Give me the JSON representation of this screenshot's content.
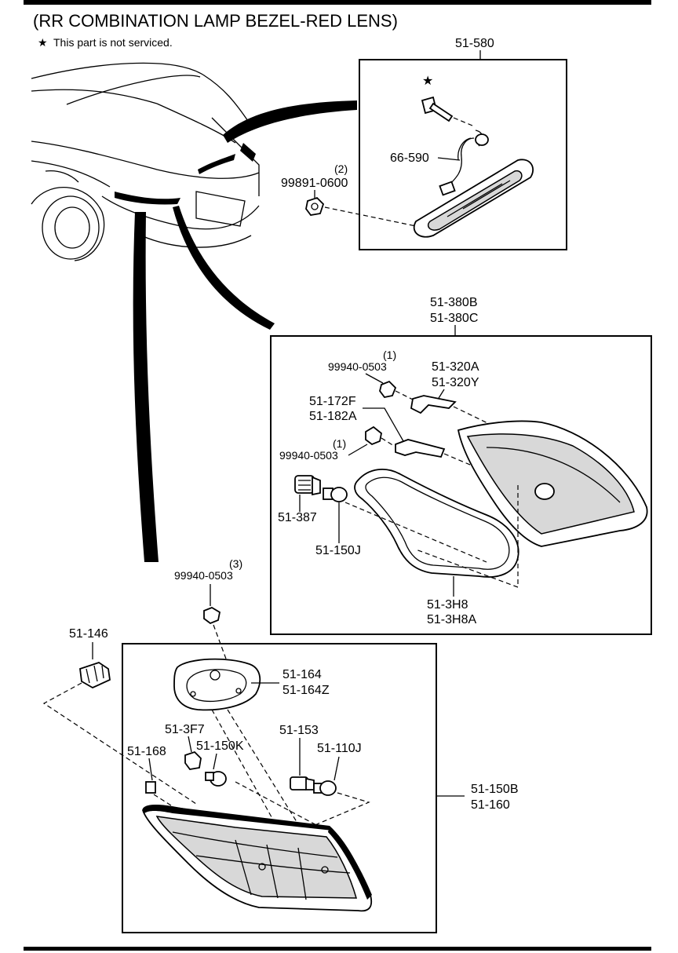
{
  "title": "(RR COMBINATION LAMP BEZEL-RED LENS)",
  "note": {
    "symbol": "★",
    "text": "This part is not serviced."
  },
  "callouts": {
    "top_box_label": "51-580",
    "star_symbol": "★",
    "harness": "66-590",
    "nut_top_qty": "(2)",
    "nut_top_part": "99891-0600",
    "mid_box_label_1": "51-380B",
    "mid_box_label_2": "51-380C",
    "nut_mid1_qty": "(1)",
    "nut_mid1_part": "99940-0503",
    "bracket_1": "51-320A",
    "bracket_2": "51-320Y",
    "clip_1": "51-172F",
    "clip_2": "51-182A",
    "nut_mid2_qty": "(1)",
    "nut_mid2_part": "99940-0503",
    "socket_mid": "51-387",
    "bulb_mid": "51-150J",
    "gasket_mid_1": "51-3H8",
    "gasket_mid_2": "51-3H8A",
    "nut_low_qty": "(3)",
    "nut_low_part": "99940-0503",
    "socket_outer": "51-146",
    "gasket_low_1": "51-164",
    "gasket_low_2": "51-164Z",
    "socket_low": "51-3F7",
    "bulb_low_k": "51-150K",
    "socket_low_2": "51-153",
    "bulb_low_j": "51-110J",
    "clip_low": "51-168",
    "low_box_label_1": "51-150B",
    "low_box_label_2": "51-160"
  }
}
